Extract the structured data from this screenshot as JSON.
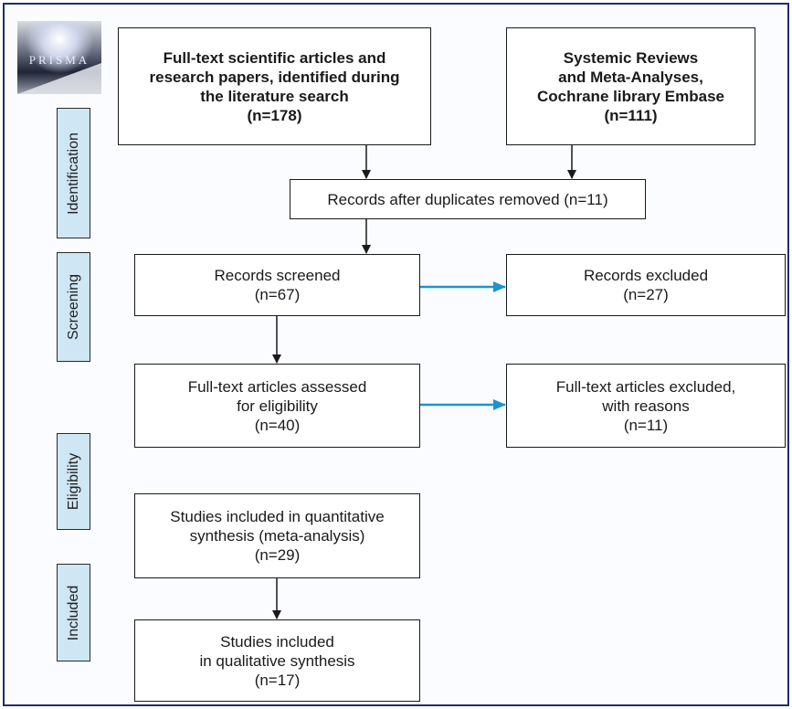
{
  "logo": {
    "text": "PRISMA"
  },
  "stages": {
    "identification": "Identification",
    "screening": "Screening",
    "eligibility": "Eligibility",
    "included": "Included"
  },
  "boxes": {
    "fulltext_search": {
      "line1": "Full-text scientific articles and",
      "line2": "research papers, identified during",
      "line3": "the literature search",
      "count": "(n=178)"
    },
    "systemic_reviews": {
      "line1": "Systemic Reviews",
      "line2": "and Meta-Analyses,",
      "line3": "Cochrane library Embase",
      "count": "(n=111)"
    },
    "duplicates_removed": {
      "line1": "Records after duplicates removed (n=11)"
    },
    "records_screened": {
      "line1": "Records screened",
      "count": "(n=67)"
    },
    "records_excluded": {
      "line1": "Records excluded",
      "count": "(n=27)"
    },
    "fulltext_assessed": {
      "line1": "Full-text articles assessed",
      "line2": "for eligibility",
      "count": "(n=40)"
    },
    "fulltext_excluded": {
      "line1": "Full-text articles excluded,",
      "line2": "with reasons",
      "count": "(n=11)"
    },
    "quantitative": {
      "line1": "Studies included in quantitative",
      "line2": "synthesis (meta-analysis)",
      "count": "(n=29)"
    },
    "qualitative": {
      "line1": "Studies included",
      "line2": "in qualitative synthesis",
      "count": "(n=17)"
    }
  },
  "colors": {
    "frame": "#1f2f6a",
    "stage_fill": "#cfe6f4",
    "exclusion_arrow": "#1e93d2",
    "arrow": "#1a1a1a"
  }
}
